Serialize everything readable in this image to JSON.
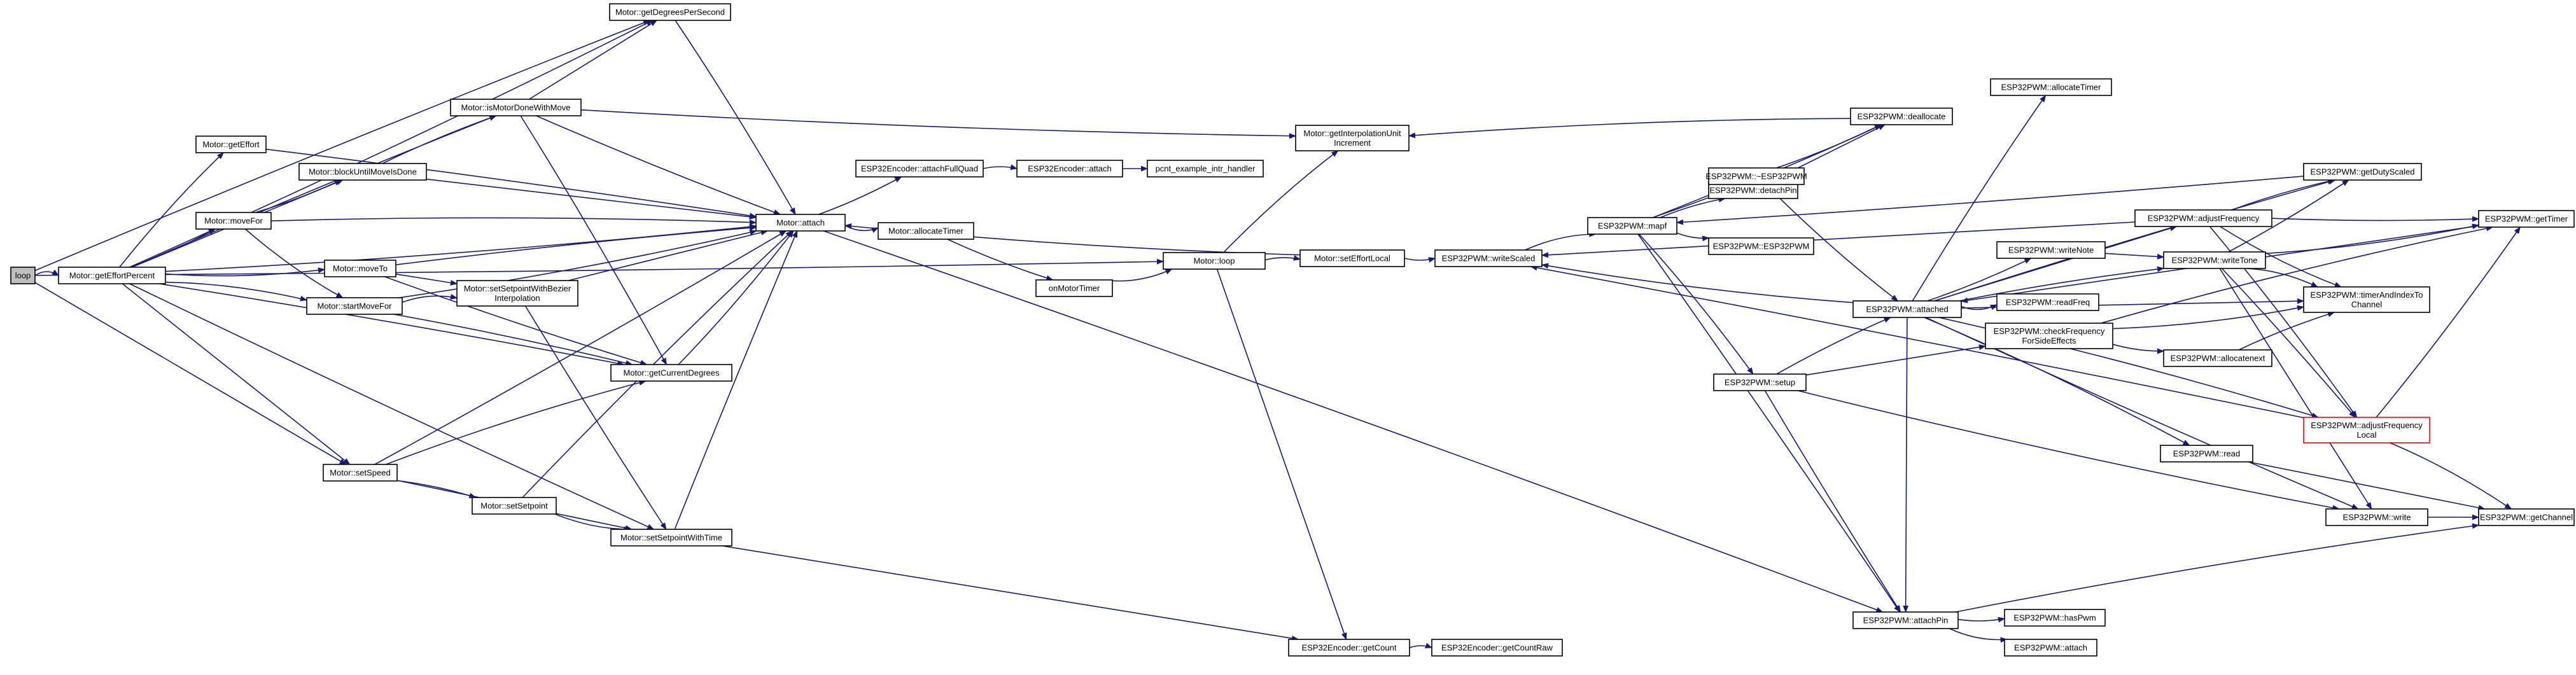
{
  "graph": {
    "nodes": [
      {
        "id": "loop",
        "lines": [
          "loop"
        ],
        "root": true
      },
      {
        "id": "getEffortPercent",
        "lines": [
          "Motor::getEffortPercent"
        ]
      },
      {
        "id": "getDegreesPerSecond",
        "lines": [
          "Motor::getDegreesPerSecond"
        ]
      },
      {
        "id": "getEffort",
        "lines": [
          "Motor::getEffort"
        ]
      },
      {
        "id": "isMotorDoneWithMove",
        "lines": [
          "Motor::isMotorDoneWithMove"
        ]
      },
      {
        "id": "blockUntilMoveIsDone",
        "lines": [
          "Motor::blockUntilMoveIsDone"
        ]
      },
      {
        "id": "moveFor",
        "lines": [
          "Motor::moveFor"
        ]
      },
      {
        "id": "moveTo",
        "lines": [
          "Motor::moveTo"
        ]
      },
      {
        "id": "startMoveFor",
        "lines": [
          "Motor::startMoveFor"
        ]
      },
      {
        "id": "setSetpointWithBezier",
        "lines": [
          "Motor::setSetpointWithBezier",
          "Interpolation"
        ]
      },
      {
        "id": "getCurrentDegrees",
        "lines": [
          "Motor::getCurrentDegrees"
        ]
      },
      {
        "id": "setSpeed",
        "lines": [
          "Motor::setSpeed"
        ]
      },
      {
        "id": "setSetpoint",
        "lines": [
          "Motor::setSetpoint"
        ]
      },
      {
        "id": "setSetpointWithTime",
        "lines": [
          "Motor::setSetpointWithTime"
        ]
      },
      {
        "id": "attach",
        "lines": [
          "Motor::attach"
        ]
      },
      {
        "id": "getInterpolationUnitIncrement",
        "lines": [
          "Motor::getInterpolationUnit",
          "Increment"
        ]
      },
      {
        "id": "attachFullQuad",
        "lines": [
          "ESP32Encoder::attachFullQuad"
        ]
      },
      {
        "id": "encAttach",
        "lines": [
          "ESP32Encoder::attach"
        ]
      },
      {
        "id": "pcnt",
        "lines": [
          "pcnt_example_intr_handler"
        ]
      },
      {
        "id": "allocateTimerMotor",
        "lines": [
          "Motor::allocateTimer"
        ]
      },
      {
        "id": "onMotorTimer",
        "lines": [
          "onMotorTimer"
        ]
      },
      {
        "id": "motorLoop",
        "lines": [
          "Motor::loop"
        ]
      },
      {
        "id": "setEffortLocal",
        "lines": [
          "Motor::setEffortLocal"
        ]
      },
      {
        "id": "writeScaled",
        "lines": [
          "ESP32PWM::writeScaled"
        ]
      },
      {
        "id": "mapf",
        "lines": [
          "ESP32PWM::mapf"
        ]
      },
      {
        "id": "detachPin",
        "lines": [
          "ESP32PWM::detachPin"
        ]
      },
      {
        "id": "destructor",
        "lines": [
          "ESP32PWM::~ESP32PWM"
        ]
      },
      {
        "id": "constructor",
        "lines": [
          "ESP32PWM::ESP32PWM"
        ]
      },
      {
        "id": "deallocate",
        "lines": [
          "ESP32PWM::deallocate"
        ]
      },
      {
        "id": "allocateTimerPWM",
        "lines": [
          "ESP32PWM::allocateTimer"
        ]
      },
      {
        "id": "setup",
        "lines": [
          "ESP32PWM::setup"
        ]
      },
      {
        "id": "attached",
        "lines": [
          "ESP32PWM::attached"
        ]
      },
      {
        "id": "writeNote",
        "lines": [
          "ESP32PWM::writeNote"
        ]
      },
      {
        "id": "readFreq",
        "lines": [
          "ESP32PWM::readFreq"
        ]
      },
      {
        "id": "checkFrequency",
        "lines": [
          "ESP32PWM::checkFrequency",
          "ForSideEffects"
        ]
      },
      {
        "id": "pwmRead",
        "lines": [
          "ESP32PWM::read"
        ]
      },
      {
        "id": "adjustFrequency",
        "lines": [
          "ESP32PWM::adjustFrequency"
        ]
      },
      {
        "id": "writeTone",
        "lines": [
          "ESP32PWM::writeTone"
        ]
      },
      {
        "id": "allocatenext",
        "lines": [
          "ESP32PWM::allocatenext"
        ]
      },
      {
        "id": "getDutyScaled",
        "lines": [
          "ESP32PWM::getDutyScaled"
        ]
      },
      {
        "id": "getTimer",
        "lines": [
          "ESP32PWM::getTimer"
        ]
      },
      {
        "id": "timerAndIndexToChannel",
        "lines": [
          "ESP32PWM::timerAndIndexTo",
          "Channel"
        ]
      },
      {
        "id": "adjustFrequencyLocal",
        "lines": [
          "ESP32PWM::adjustFrequency",
          "Local"
        ],
        "red": true
      },
      {
        "id": "pwmWrite",
        "lines": [
          "ESP32PWM::write"
        ]
      },
      {
        "id": "getChannel",
        "lines": [
          "ESP32PWM::getChannel"
        ]
      },
      {
        "id": "attachPin",
        "lines": [
          "ESP32PWM::attachPin"
        ]
      },
      {
        "id": "hasPwm",
        "lines": [
          "ESP32PWM::hasPwm"
        ]
      },
      {
        "id": "pwmAttach",
        "lines": [
          "ESP32PWM::attach"
        ]
      },
      {
        "id": "getCount",
        "lines": [
          "ESP32Encoder::getCount"
        ]
      },
      {
        "id": "getCountRaw",
        "lines": [
          "ESP32Encoder::getCountRaw"
        ]
      }
    ],
    "edges": [
      [
        "loop",
        "getEffortPercent"
      ],
      [
        "loop",
        "getDegreesPerSecond"
      ],
      [
        "loop",
        "setSpeed"
      ],
      [
        "loop",
        "motorLoop"
      ],
      [
        "getEffortPercent",
        "getDegreesPerSecond"
      ],
      [
        "getEffortPercent",
        "getEffort"
      ],
      [
        "getEffortPercent",
        "isMotorDoneWithMove"
      ],
      [
        "getEffortPercent",
        "blockUntilMoveIsDone"
      ],
      [
        "getEffortPercent",
        "moveFor"
      ],
      [
        "getEffortPercent",
        "moveTo"
      ],
      [
        "getEffortPercent",
        "startMoveFor"
      ],
      [
        "getEffortPercent",
        "getCurrentDegrees"
      ],
      [
        "getEffortPercent",
        "setSpeed"
      ],
      [
        "getEffortPercent",
        "setSetpointWithTime"
      ],
      [
        "getEffortPercent",
        "attach"
      ],
      [
        "getDegreesPerSecond",
        "attach"
      ],
      [
        "getEffort",
        "attach"
      ],
      [
        "isMotorDoneWithMove",
        "getDegreesPerSecond"
      ],
      [
        "isMotorDoneWithMove",
        "attach"
      ],
      [
        "isMotorDoneWithMove",
        "getInterpolationUnitIncrement"
      ],
      [
        "isMotorDoneWithMove",
        "getCurrentDegrees"
      ],
      [
        "blockUntilMoveIsDone",
        "isMotorDoneWithMove"
      ],
      [
        "blockUntilMoveIsDone",
        "attach"
      ],
      [
        "moveFor",
        "blockUntilMoveIsDone"
      ],
      [
        "moveFor",
        "startMoveFor"
      ],
      [
        "moveFor",
        "attach"
      ],
      [
        "moveTo",
        "attach"
      ],
      [
        "moveTo",
        "setSetpointWithBezier"
      ],
      [
        "moveTo",
        "getCurrentDegrees"
      ],
      [
        "startMoveFor",
        "attach"
      ],
      [
        "startMoveFor",
        "setSetpointWithBezier"
      ],
      [
        "startMoveFor",
        "getCurrentDegrees"
      ],
      [
        "setSetpointWithBezier",
        "attach"
      ],
      [
        "setSetpointWithBezier",
        "setSetpointWithTime"
      ],
      [
        "getCurrentDegrees",
        "attach"
      ],
      [
        "setSpeed",
        "getCurrentDegrees"
      ],
      [
        "setSpeed",
        "setSetpoint"
      ],
      [
        "setSpeed",
        "setSetpointWithTime"
      ],
      [
        "setSpeed",
        "attach"
      ],
      [
        "setSetpoint",
        "setSetpointWithTime"
      ],
      [
        "setSetpoint",
        "attach"
      ],
      [
        "setSetpointWithTime",
        "attach"
      ],
      [
        "setSetpointWithTime",
        "getCount"
      ],
      [
        "attach",
        "attachFullQuad"
      ],
      [
        "attach",
        "allocateTimerMotor"
      ],
      [
        "attach",
        "attachPin"
      ],
      [
        "attachFullQuad",
        "encAttach"
      ],
      [
        "encAttach",
        "pcnt"
      ],
      [
        "allocateTimerMotor",
        "onMotorTimer"
      ],
      [
        "onMotorTimer",
        "motorLoop"
      ],
      [
        "motorLoop",
        "getInterpolationUnitIncrement"
      ],
      [
        "motorLoop",
        "setEffortLocal"
      ],
      [
        "motorLoop",
        "getCount"
      ],
      [
        "setEffortLocal",
        "writeScaled"
      ],
      [
        "setEffortLocal",
        "attach"
      ],
      [
        "writeScaled",
        "mapf"
      ],
      [
        "mapf",
        "detachPin"
      ],
      [
        "mapf",
        "destructor"
      ],
      [
        "mapf",
        "constructor"
      ],
      [
        "mapf",
        "deallocate"
      ],
      [
        "mapf",
        "setup"
      ],
      [
        "mapf",
        "attachPin"
      ],
      [
        "detachPin",
        "deallocate"
      ],
      [
        "destructor",
        "deallocate"
      ],
      [
        "destructor",
        "attached"
      ],
      [
        "deallocate",
        "getInterpolationUnitIncrement"
      ],
      [
        "setup",
        "attached"
      ],
      [
        "setup",
        "checkFrequency"
      ],
      [
        "setup",
        "attachPin"
      ],
      [
        "setup",
        "pwmWrite"
      ],
      [
        "attached",
        "allocateTimerPWM"
      ],
      [
        "attached",
        "getDutyScaled"
      ],
      [
        "attached",
        "adjustFrequency"
      ],
      [
        "attached",
        "writeNote"
      ],
      [
        "attached",
        "readFreq"
      ],
      [
        "attached",
        "pwmRead"
      ],
      [
        "attached",
        "writeTone"
      ],
      [
        "attached",
        "timerAndIndexToChannel"
      ],
      [
        "attached",
        "pwmWrite"
      ],
      [
        "attached",
        "writeScaled"
      ],
      [
        "attached",
        "adjustFrequencyLocal"
      ],
      [
        "attached",
        "attachPin"
      ],
      [
        "writeNote",
        "writeTone"
      ],
      [
        "checkFrequency",
        "allocatenext"
      ],
      [
        "checkFrequency",
        "timerAndIndexToChannel"
      ],
      [
        "checkFrequency",
        "getTimer"
      ],
      [
        "allocatenext",
        "timerAndIndexToChannel"
      ],
      [
        "pwmRead",
        "getChannel"
      ],
      [
        "adjustFrequency",
        "getTimer"
      ],
      [
        "adjustFrequency",
        "timerAndIndexToChannel"
      ],
      [
        "adjustFrequency",
        "adjustFrequencyLocal"
      ],
      [
        "adjustFrequency",
        "getDutyScaled"
      ],
      [
        "adjustFrequency",
        "writeScaled"
      ],
      [
        "writeTone",
        "getDutyScaled"
      ],
      [
        "writeTone",
        "getTimer"
      ],
      [
        "writeTone",
        "timerAndIndexToChannel"
      ],
      [
        "writeTone",
        "adjustFrequencyLocal"
      ],
      [
        "writeTone",
        "pwmWrite"
      ],
      [
        "getDutyScaled",
        "mapf"
      ],
      [
        "adjustFrequencyLocal",
        "getTimer"
      ],
      [
        "adjustFrequencyLocal",
        "getChannel"
      ],
      [
        "adjustFrequencyLocal",
        "writeScaled"
      ],
      [
        "pwmWrite",
        "getChannel"
      ],
      [
        "attachPin",
        "hasPwm"
      ],
      [
        "attachPin",
        "pwmAttach"
      ],
      [
        "attachPin",
        "getChannel"
      ],
      [
        "getCount",
        "getCountRaw"
      ],
      [
        "getTimer",
        "attached"
      ]
    ]
  }
}
